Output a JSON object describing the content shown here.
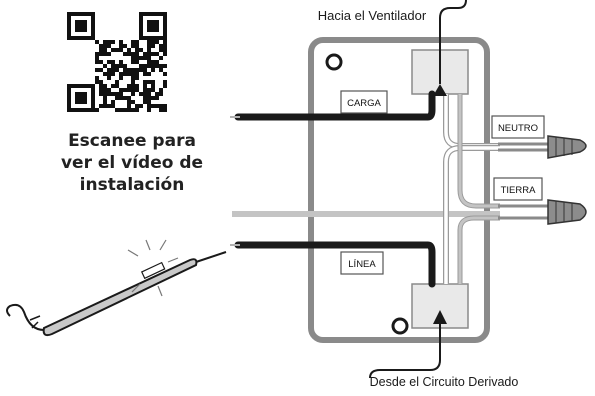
{
  "labels": {
    "top_arrow": "Hacia el Ventilador",
    "bottom_arrow": "Desde el Circuito Derivado",
    "carga": "CARGA",
    "linea": "LÍNEA",
    "neutro": "NEUTRO",
    "tierra": "TIERRA"
  },
  "qr_caption": [
    "Escanee para",
    "ver el vídeo de",
    "instalación"
  ],
  "colors": {
    "box_outline": "#8a8a8a",
    "box_fill": "#ffffff",
    "hot_wire": "#1a1a1a",
    "neutral_wire": "#f2f2f2",
    "ground_wire": "#c8c8c8",
    "wire_nut": "#8c8c8c",
    "tester_body": "#c9c9c9"
  },
  "icons": [
    "qr-code-icon",
    "voltage-tester-icon",
    "wire-nut-icon"
  ]
}
